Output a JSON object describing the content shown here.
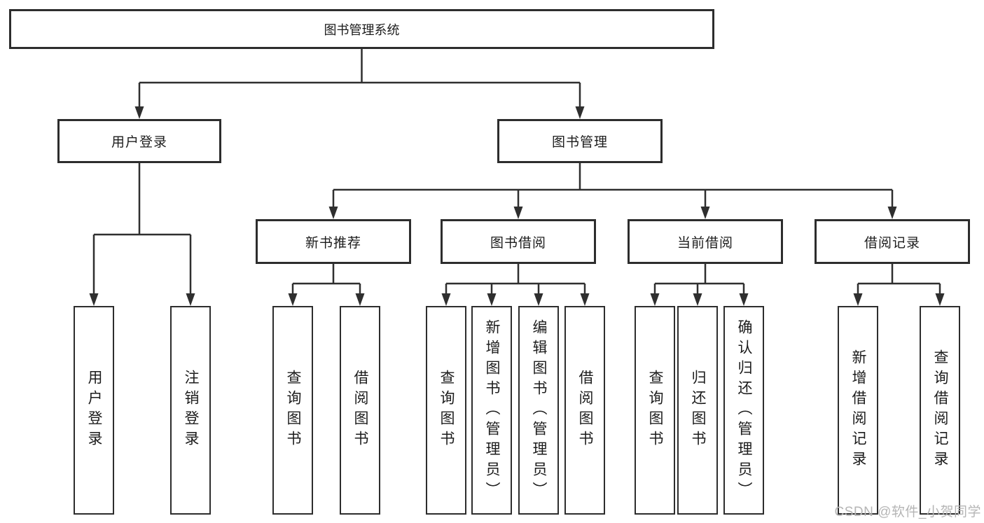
{
  "diagram": {
    "type": "hierarchy-tree",
    "tree": {
      "root": {
        "label": "图书管理系统"
      },
      "branches": [
        {
          "label": "用户登录",
          "children": [
            {
              "label": "用户登录"
            },
            {
              "label": "注销登录"
            }
          ]
        },
        {
          "label": "图书管理",
          "children": [
            {
              "label": "新书推荐",
              "children": [
                {
                  "label": "查询图书"
                },
                {
                  "label": "借阅图书"
                }
              ]
            },
            {
              "label": "图书借阅",
              "children": [
                {
                  "label": "查询图书"
                },
                {
                  "label": "新增图书（管理员）"
                },
                {
                  "label": "编辑图书（管理员）"
                },
                {
                  "label": "借阅图书"
                }
              ]
            },
            {
              "label": "当前借阅",
              "children": [
                {
                  "label": "查询图书"
                },
                {
                  "label": "归还图书"
                },
                {
                  "label": "确认归还（管理员）"
                }
              ]
            },
            {
              "label": "借阅记录",
              "children": [
                {
                  "label": "新增借阅记录"
                },
                {
                  "label": "查询借阅记录"
                }
              ]
            }
          ]
        }
      ]
    },
    "colors": {
      "line": "#2f2f2f",
      "box_border": "#2d2d2d",
      "text": "#1c1c1c",
      "watermark": "#b5b5b5",
      "background": "#ffffff"
    }
  },
  "watermark": {
    "text": "CSDN @软件_小贺同学"
  }
}
